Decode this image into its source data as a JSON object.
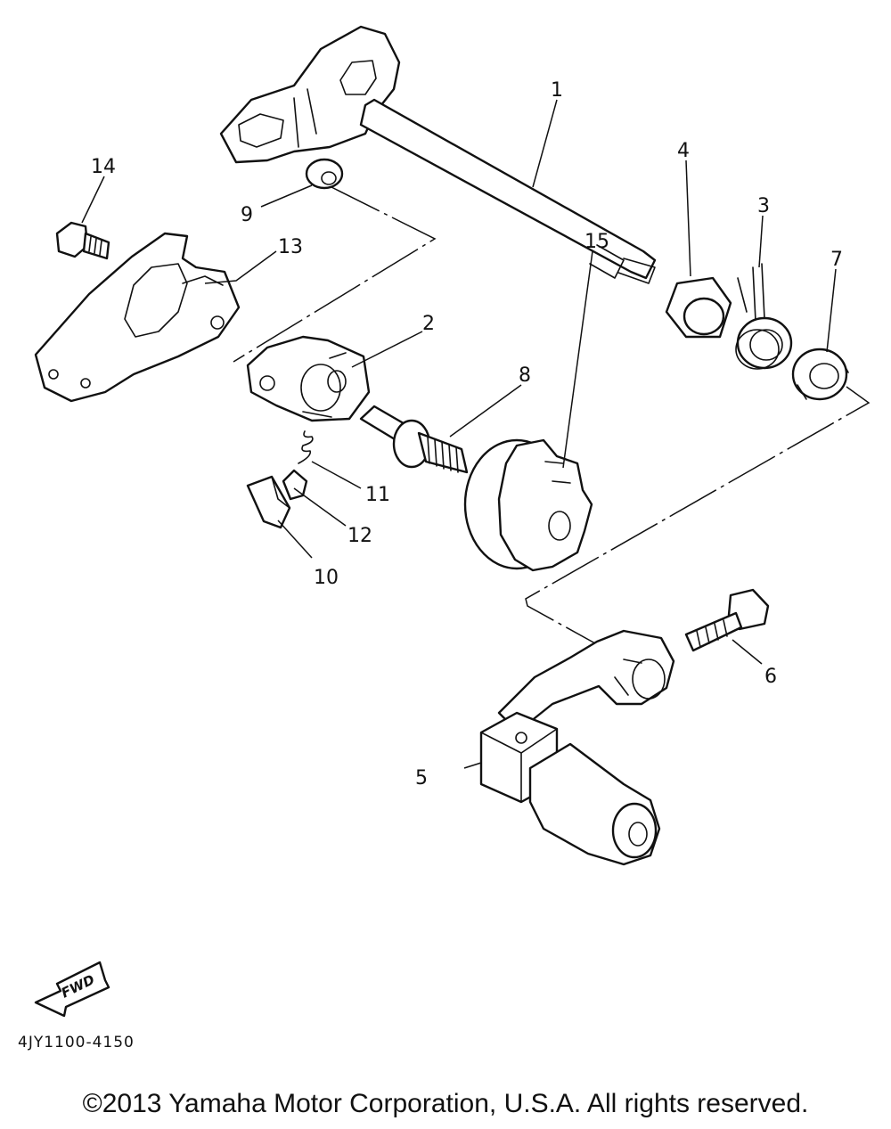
{
  "callouts": {
    "c1": "1",
    "c2": "2",
    "c3": "3",
    "c4": "4",
    "c5": "5",
    "c6": "6",
    "c7": "7",
    "c8": "8",
    "c9": "9",
    "c10": "10",
    "c11": "11",
    "c12": "12",
    "c13": "13",
    "c14": "14",
    "c15": "15"
  },
  "fwd_label": "FWD",
  "part_code": "4JY1100-4150",
  "copyright": "©2013 Yamaha Motor Corporation, U.S.A. All rights reserved."
}
